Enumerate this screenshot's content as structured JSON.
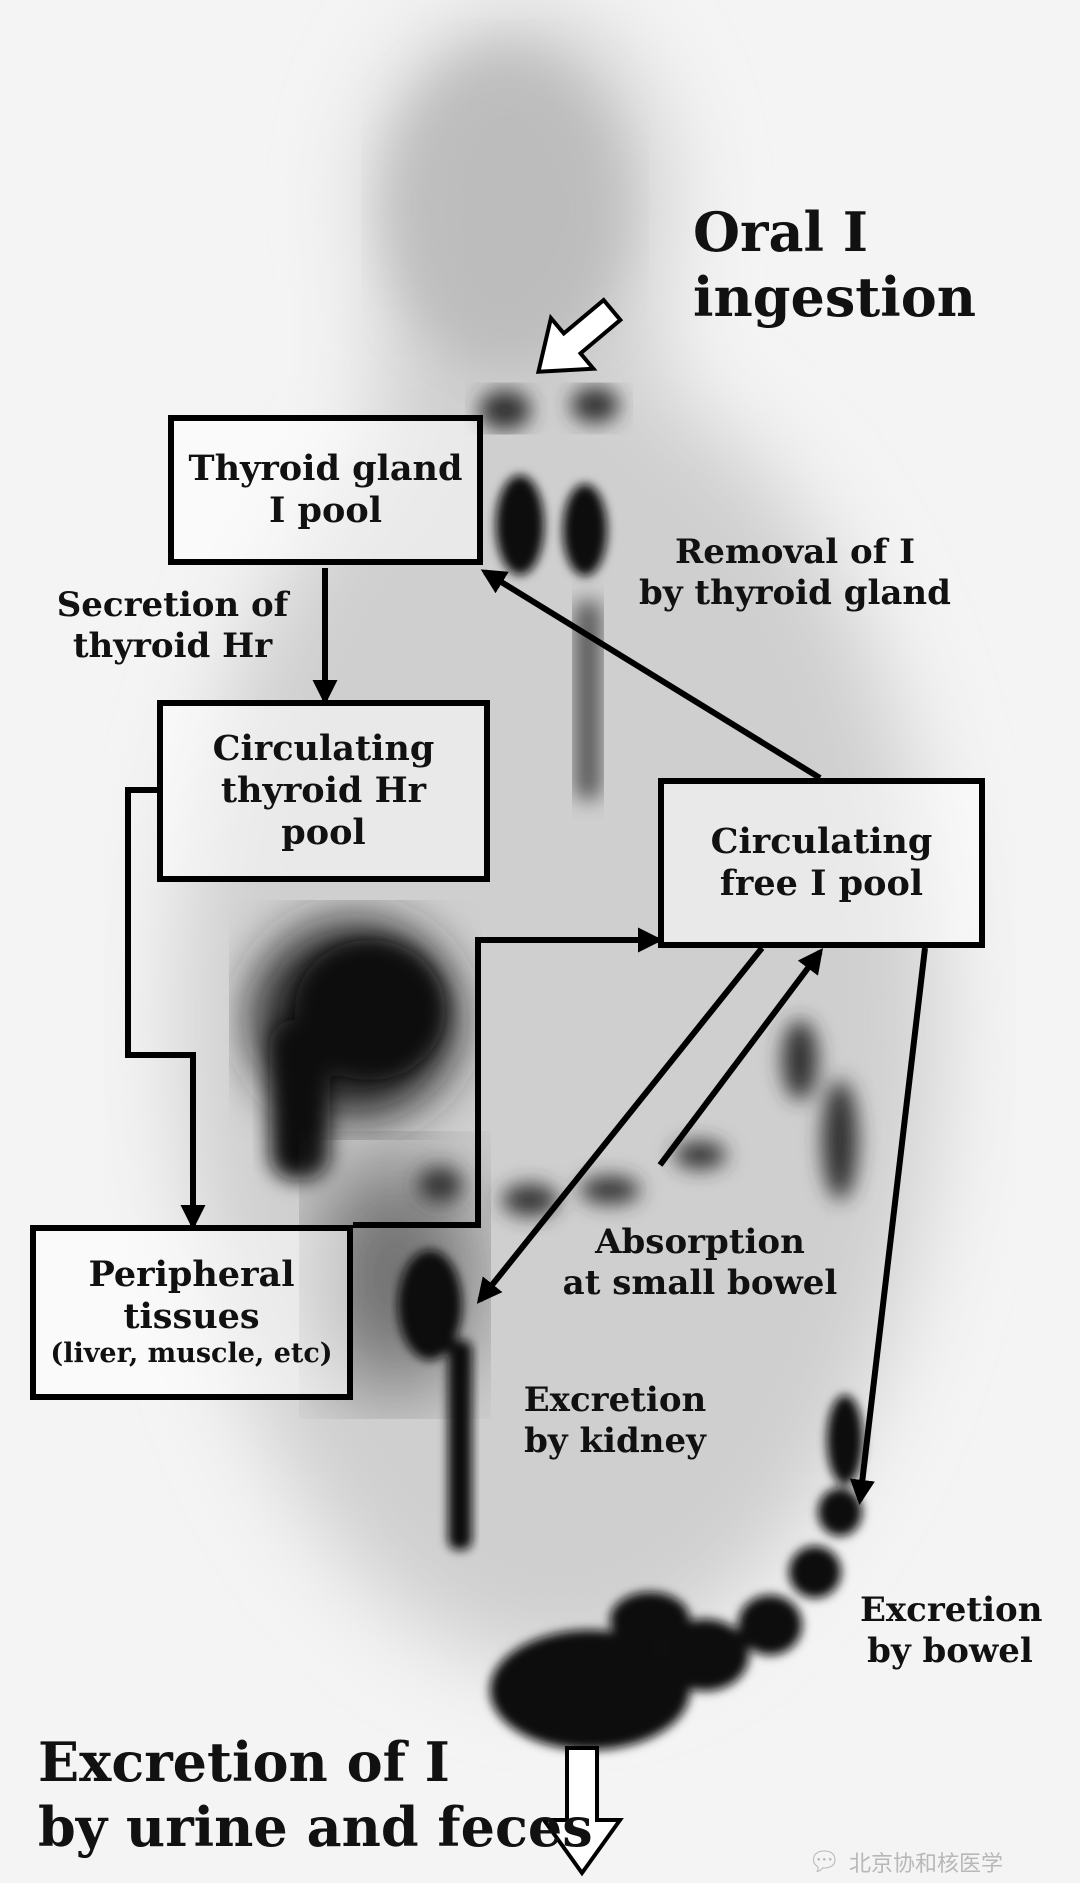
{
  "boxes": {
    "thyroid_gland": {
      "line1": "Thyroid gland",
      "line2": "I pool"
    },
    "circulating_hr": {
      "line1": "Circulating",
      "line2": "thyroid Hr",
      "line3": "pool"
    },
    "circulating_free": {
      "line1": "Circulating",
      "line2": "free I pool"
    },
    "peripheral": {
      "line1": "Peripheral",
      "line2": "tissues",
      "line3": "(liver, muscle, etc)"
    }
  },
  "labels": {
    "oral_ingestion": {
      "line1": "Oral I",
      "line2": "ingestion"
    },
    "removal": {
      "line1": "Removal of I",
      "line2": "by thyroid gland"
    },
    "secretion": {
      "line1": "Secretion of",
      "line2": "thyroid Hr"
    },
    "absorption": {
      "line1": "Absorption",
      "line2": "at small bowel"
    },
    "excretion_kidney": {
      "line1": "Excretion",
      "line2": "by kidney"
    },
    "excretion_bowel": {
      "line1": "Excretion",
      "line2": "by bowel"
    },
    "excretion_total": {
      "line1": "Excretion of I",
      "line2": "by urine and feces"
    }
  },
  "watermark": {
    "text": "北京协和核医学",
    "icon": "wechat-icon"
  },
  "colors": {
    "ink": "#000000",
    "scan_background": "#f4f4f4",
    "uptake": "#111111"
  }
}
